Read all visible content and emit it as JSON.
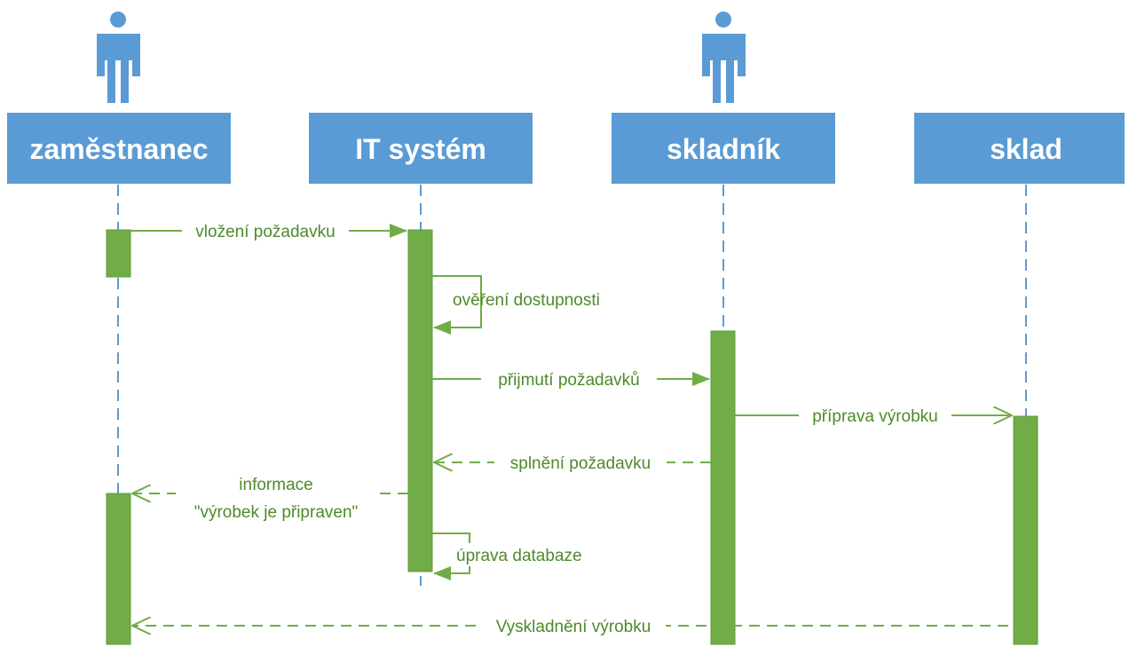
{
  "colors": {
    "lane_header": "#5b9bd5",
    "actor": "#5b9bd5",
    "activation": "#70ad47",
    "message": "#70ad47",
    "message_text": "#4e8a2a",
    "lifeline": "#5b9bd5"
  },
  "participants": [
    {
      "id": "zamestnanec",
      "label": "zaměstnanec",
      "actor": true,
      "icon": "person-icon"
    },
    {
      "id": "it_system",
      "label": "IT systém",
      "actor": false
    },
    {
      "id": "skladnik",
      "label": "skladník",
      "actor": true,
      "icon": "person-icon"
    },
    {
      "id": "sklad",
      "label": "sklad",
      "actor": false
    }
  ],
  "messages": [
    {
      "id": "vlozeni",
      "from": "zamestnanec",
      "to": "it_system",
      "label": "vložení požadavku",
      "style": "solid"
    },
    {
      "id": "overeni",
      "from": "it_system",
      "to": "it_system",
      "label": "ověření dostupnosti",
      "style": "self"
    },
    {
      "id": "prijmuti",
      "from": "it_system",
      "to": "skladnik",
      "label": "přijmutí požadavků",
      "style": "solid"
    },
    {
      "id": "priprava",
      "from": "skladnik",
      "to": "sklad",
      "label": "příprava výrobku",
      "style": "solid"
    },
    {
      "id": "splneni",
      "from": "skladnik",
      "to": "it_system",
      "label": "splnění požadavku",
      "style": "dashed"
    },
    {
      "id": "informace",
      "from": "it_system",
      "to": "zamestnanec",
      "label_lines": [
        "informace",
        "\"výrobek je připraven\""
      ],
      "style": "dashed"
    },
    {
      "id": "uprava",
      "from": "it_system",
      "to": "it_system",
      "label": "úprava databaze",
      "style": "self"
    },
    {
      "id": "vyskladneni",
      "from": "sklad",
      "to": "zamestnanec",
      "label": "Vyskladnění výrobku",
      "style": "dashed"
    }
  ]
}
